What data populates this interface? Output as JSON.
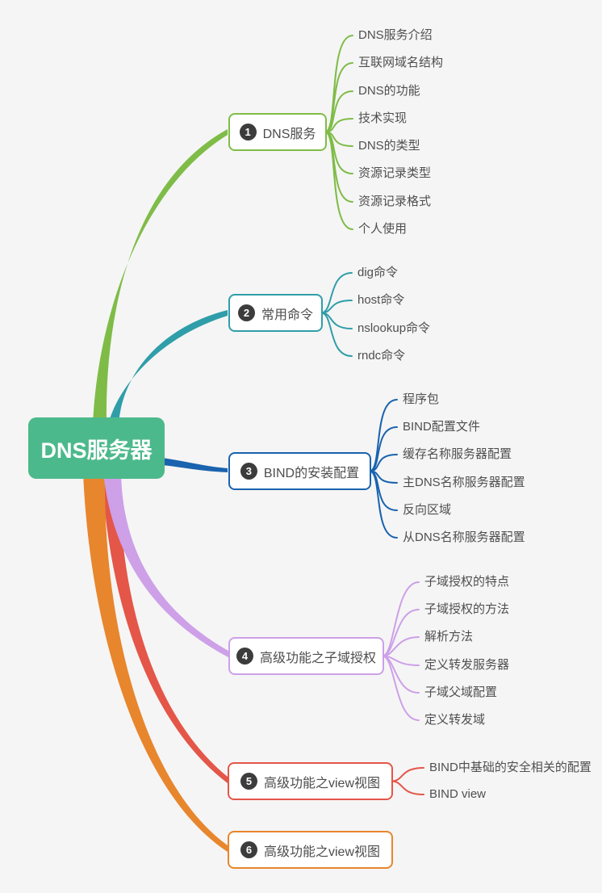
{
  "canvas": {
    "background": "#f5f5f5"
  },
  "root": {
    "label": "DNS服务器",
    "fill_color": "#4cb98c",
    "text_color": "#ffffff"
  },
  "branches": [
    {
      "number": "1",
      "label": "DNS服务",
      "color": "#7fbc47",
      "children": [
        "DNS服务介绍",
        "互联网域名结构",
        "DNS的功能",
        "技术实现",
        "DNS的类型",
        "资源记录类型",
        "资源记录格式",
        "个人使用"
      ]
    },
    {
      "number": "2",
      "label": "常用命令",
      "color": "#2f9ea9",
      "children": [
        "dig命令",
        "host命令",
        "nslookup命令",
        "rndc命令"
      ]
    },
    {
      "number": "3",
      "label": "BIND的安装配置",
      "color": "#1a63ae",
      "children": [
        "程序包",
        "BIND配置文件",
        "缓存名称服务器配置",
        "主DNS名称服务器配置",
        "反向区域",
        "从DNS名称服务器配置"
      ]
    },
    {
      "number": "4",
      "label": "高级功能之子域授权",
      "color": "#cda0e8",
      "children": [
        "子域授权的特点",
        "子域授权的方法",
        "解析方法",
        "定义转发服务器",
        "子域父域配置",
        "定义转发域"
      ]
    },
    {
      "number": "5",
      "label": "高级功能之view视图",
      "color": "#e45648",
      "children": [
        "BIND中基础的安全相关的配置",
        "BIND view"
      ]
    },
    {
      "number": "6",
      "label": "高级功能之view视图",
      "color": "#e8862d",
      "children": []
    }
  ]
}
